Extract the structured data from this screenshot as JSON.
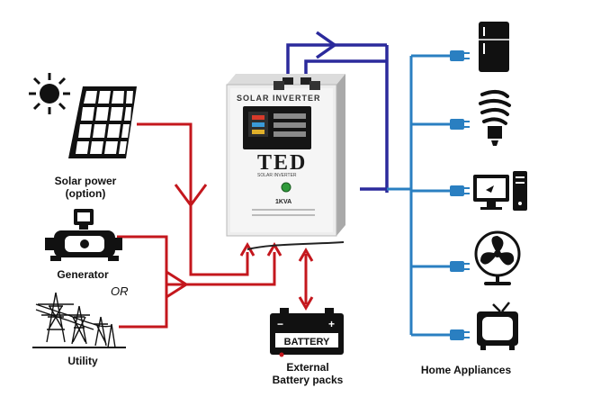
{
  "labels": {
    "solar": "Solar power\n(option)",
    "generator": "Generator",
    "or": "OR",
    "utility": "Utility",
    "battery_caption": "External\nBattery packs",
    "appliances": "Home Appliances"
  },
  "inverter": {
    "header": "SOLAR INVERTER",
    "brand": "TED",
    "subbrand": "SOLAR INVERTER",
    "rating": "1KVA"
  },
  "battery": {
    "label": "BATTERY"
  },
  "colors": {
    "ac_input_line": "#c4171d",
    "dc_battery_line": "#c4171d",
    "output_line": "#2b2a9c",
    "appliance_bus": "#2a7fc1",
    "icon": "#111111"
  },
  "appliance_icons": [
    "fridge-icon",
    "cfl-bulb-icon",
    "desktop-computer-icon",
    "desk-fan-icon",
    "tv-icon"
  ],
  "source_icons": [
    "sun-icon",
    "solar-panel-icon",
    "generator-icon",
    "power-pylon-icon"
  ]
}
